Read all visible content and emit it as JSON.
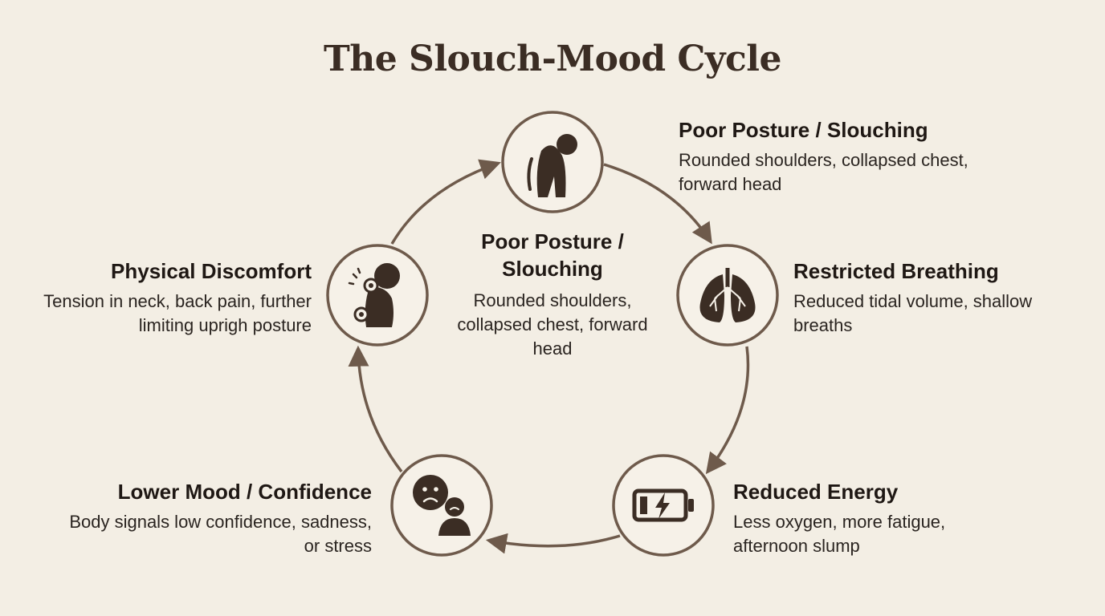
{
  "title": "The Slouch-Mood Cycle",
  "colors": {
    "background": "#f3eee4",
    "ring": "#6e5a4b",
    "icon": "#3b2d24",
    "node_fill": "#f6f1e8"
  },
  "center": {
    "heading": "Poor Posture / Slouching",
    "description": "Rounded shoulders, collapsed chest, forward head"
  },
  "nodes": [
    {
      "id": "posture",
      "icon": "slouching-person-icon",
      "heading": "Poor Posture / Slouching",
      "description": "Rounded shoulders, collapsed chest, forward head"
    },
    {
      "id": "breathing",
      "icon": "lungs-icon",
      "heading": "Restricted Breathing",
      "description": "Reduced tidal volume, shallow breaths"
    },
    {
      "id": "energy",
      "icon": "low-battery-icon",
      "heading": "Reduced Energy",
      "description": "Less oxygen, more fatigue, afternoon slump"
    },
    {
      "id": "mood",
      "icon": "sad-faces-icon",
      "heading": "Lower Mood / Confidence",
      "description": "Body signals low confidence, sadness, or stress"
    },
    {
      "id": "discomfort",
      "icon": "pain-points-icon",
      "heading": "Physical Discomfort",
      "description": "Tension in neck, back pain, further limiting uprigh posture"
    }
  ]
}
